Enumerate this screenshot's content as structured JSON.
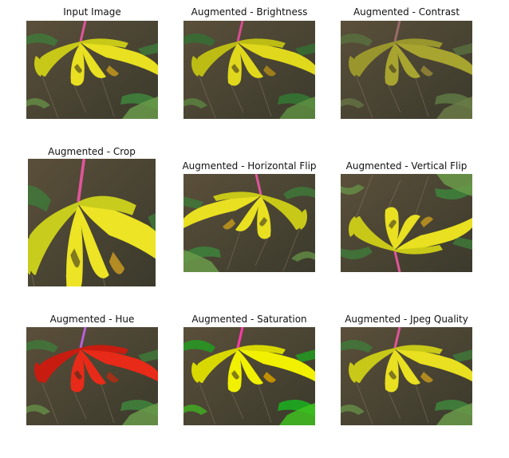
{
  "figure": {
    "panels": [
      {
        "title": "Input Image",
        "variant": "original"
      },
      {
        "title": "Augmented - Brightness",
        "variant": "brightness"
      },
      {
        "title": "Augmented - Contrast",
        "variant": "contrast"
      },
      {
        "title": "Augmented - Crop",
        "variant": "crop"
      },
      {
        "title": "Augmented - Horizontal Flip",
        "variant": "hflip"
      },
      {
        "title": "Augmented - Vertical Flip",
        "variant": "vflip"
      },
      {
        "title": "Augmented - Hue",
        "variant": "hue"
      },
      {
        "title": "Augmented - Saturation",
        "variant": "saturation"
      },
      {
        "title": "Augmented - Jpeg Quality",
        "variant": "jpeg"
      }
    ]
  }
}
